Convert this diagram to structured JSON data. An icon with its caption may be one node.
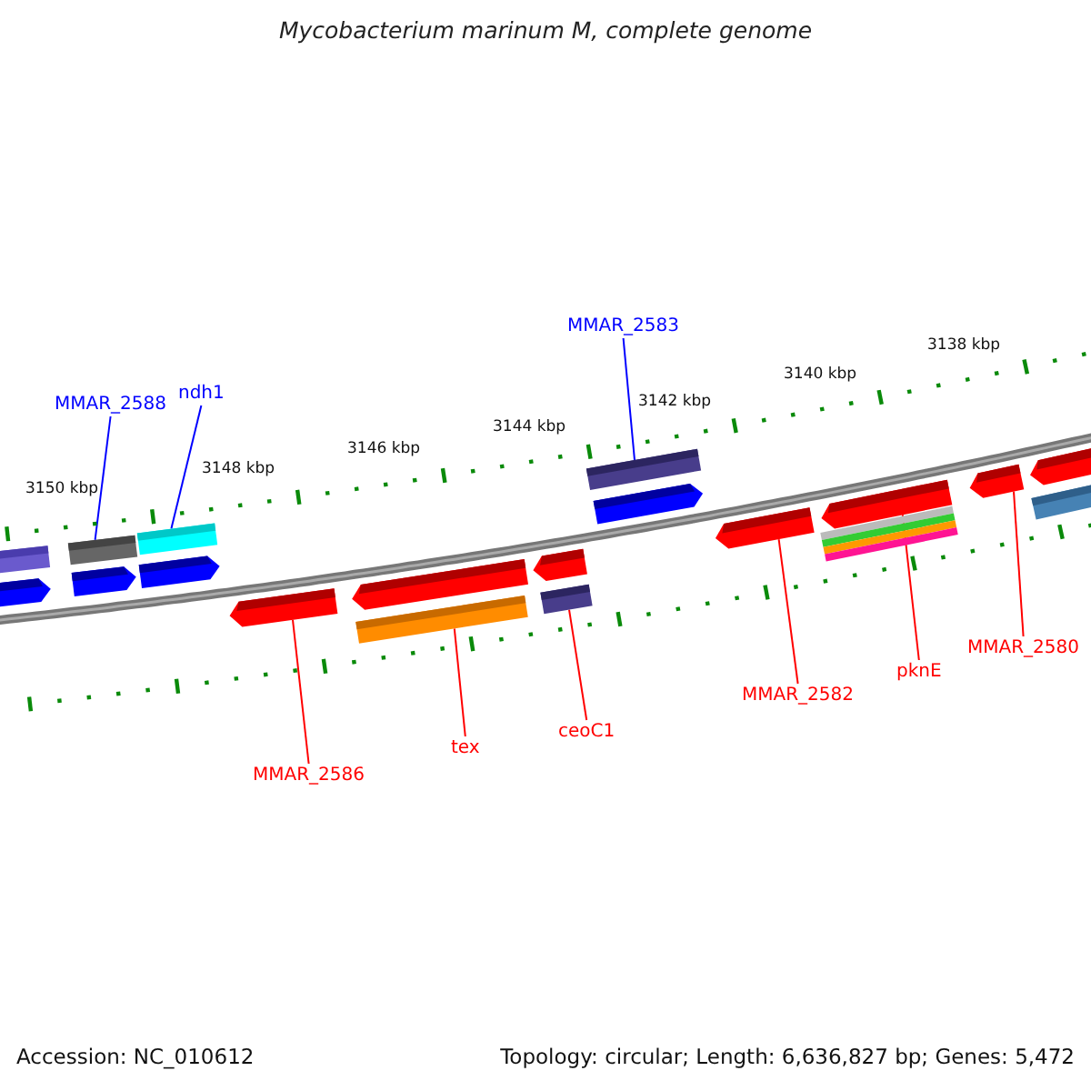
{
  "diagram": {
    "title": "Mycobacterium marinum M, complete genome",
    "nodes": [
      {
        "text": [
          "MMAR_2588"
        ]
      },
      {
        "text": [
          "ndh1"
        ]
      },
      {
        "text": [
          "MMAR_2583"
        ]
      },
      {
        "text": [
          "MMAR_2586"
        ]
      },
      {
        "text": [
          "tex"
        ]
      },
      {
        "text": [
          "ceoC1"
        ]
      },
      {
        "text": [
          "MMAR_2582"
        ]
      },
      {
        "text": [
          "pknE"
        ]
      },
      {
        "text": [
          "MMAR_2580"
        ]
      },
      {
        "text": [],
        "shape": "bar"
      },
      {
        "text": [],
        "shape": "arrow"
      },
      {
        "text": [],
        "shape": "bar"
      },
      {
        "text": [],
        "shape": "arrow"
      },
      {
        "text": [],
        "shape": "bar"
      },
      {
        "text": [],
        "shape": "arrow"
      },
      {
        "text": [],
        "shape": "arrow"
      },
      {
        "text": [],
        "shape": "arrow"
      },
      {
        "text": [],
        "shape": "bar"
      },
      {
        "text": [],
        "shape": "arrow"
      },
      {
        "text": [],
        "shape": "bar"
      },
      {
        "text": [],
        "shape": "bar"
      },
      {
        "text": [],
        "shape": "arrow"
      },
      {
        "text": [],
        "shape": "arrow"
      },
      {
        "text": [],
        "shape": "arrow"
      },
      {
        "text": [],
        "shape": "arrow"
      },
      {
        "text": [],
        "shape": "arrow"
      },
      {
        "text": [],
        "shape": "bar"
      }
    ],
    "edges": [
      {
        "from": 0,
        "to": 11,
        "arrow": "none",
        "color": "#0000ff"
      },
      {
        "from": 1,
        "to": 13,
        "arrow": "none",
        "color": "#0000ff"
      },
      {
        "from": 2,
        "to": 20,
        "arrow": "none",
        "color": "#0000ff"
      },
      {
        "from": 3,
        "to": 15,
        "arrow": "none"
      },
      {
        "from": 4,
        "to": 17,
        "arrow": "none"
      },
      {
        "from": 5,
        "to": 19,
        "arrow": "none"
      },
      {
        "from": 6,
        "to": 22,
        "arrow": "none"
      },
      {
        "from": 7,
        "to": 23,
        "arrow": "none"
      },
      {
        "from": 8,
        "to": 24,
        "arrow": "none"
      }
    ],
    "labels": [
      "3150 kbp",
      "3148 kbp",
      "3146 kbp",
      "3144 kbp",
      "3142 kbp",
      "3140 kbp",
      "3138 kbp",
      "Accession: NC_010612",
      "Topology: circular; Length: 6,636,827 bp; Genes: 5,472"
    ]
  }
}
